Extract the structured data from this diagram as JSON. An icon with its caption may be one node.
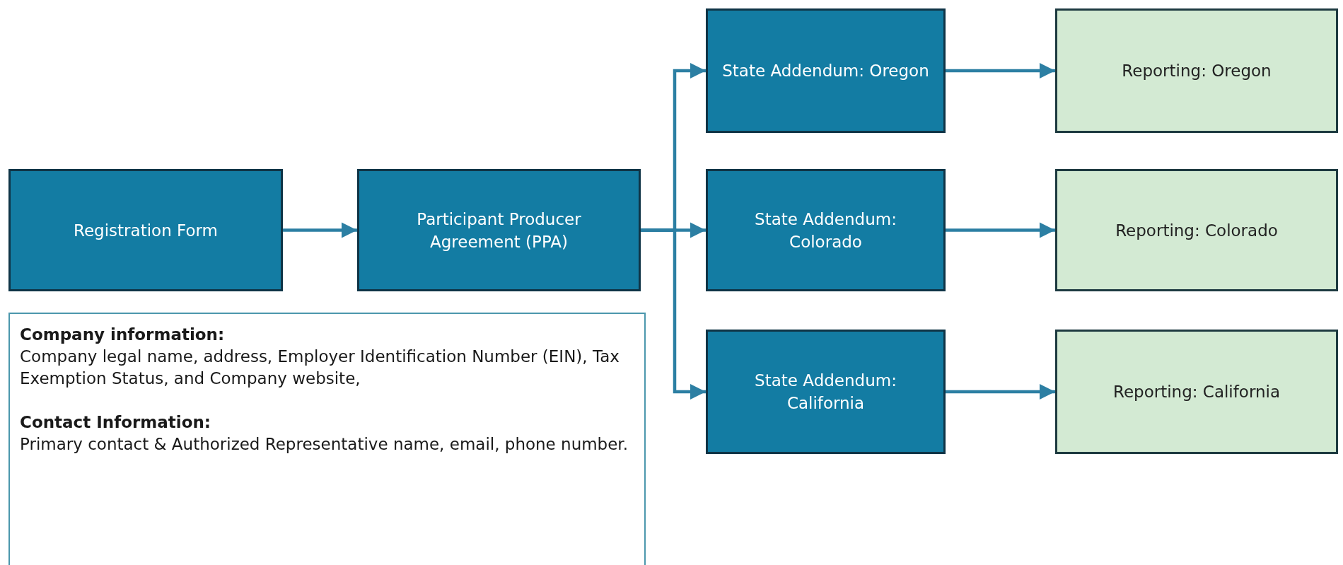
{
  "diagram": {
    "nodes": [
      {
        "text": [
          "Registration Form"
        ]
      },
      {
        "text": [
          "Participant Producer Agreement (PPA)"
        ]
      },
      {
        "text": [
          "State Addendum: Oregon"
        ]
      },
      {
        "text": [
          "State Addendum: Colorado"
        ]
      },
      {
        "text": [
          "State Addendum: California"
        ]
      },
      {
        "text": [
          "Reporting: Oregon"
        ]
      },
      {
        "text": [
          "Reporting: Colorado"
        ]
      },
      {
        "text": [
          "Reporting: California"
        ]
      },
      {
        "text": [
          "Company information:",
          "Company legal name, address, Employer Identification Number (EIN), Tax Exemption Status, and Company website,",
          "Contact Information:",
          "Primary contact & Authorized Representative name, email, phone number."
        ]
      }
    ],
    "edges": [
      {
        "from": 0,
        "to": 1,
        "arrow": "to"
      },
      {
        "from": 1,
        "to": 2,
        "arrow": "to"
      },
      {
        "from": 1,
        "to": 3,
        "arrow": "to"
      },
      {
        "from": 1,
        "to": 4,
        "arrow": "to"
      },
      {
        "from": 2,
        "to": 5,
        "arrow": "to"
      },
      {
        "from": 3,
        "to": 6,
        "arrow": "to"
      },
      {
        "from": 4,
        "to": 7,
        "arrow": "to"
      }
    ]
  }
}
